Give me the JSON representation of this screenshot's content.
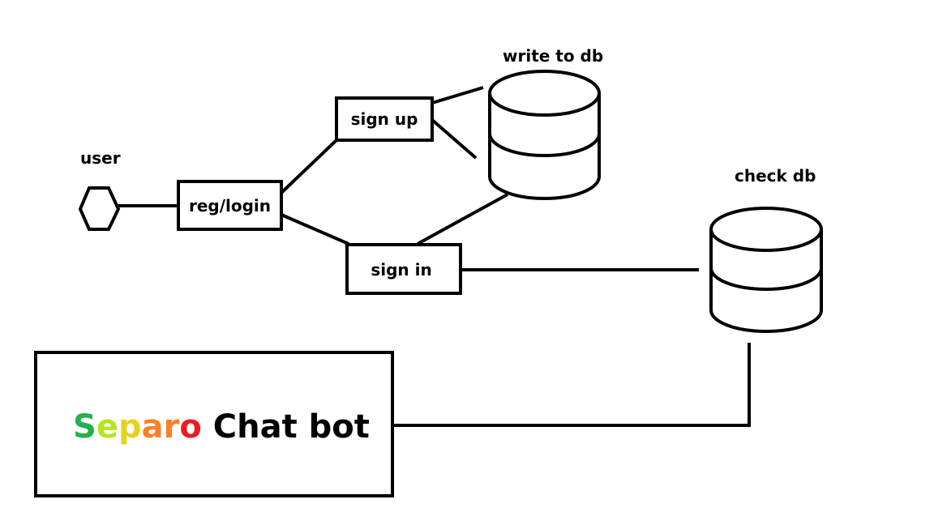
{
  "labels": {
    "user": "user",
    "write_db": "write to db",
    "check_db": "check db"
  },
  "nodes": {
    "reg_login": "reg/login",
    "sign_up": "sign up",
    "sign_in": "sign in"
  },
  "chatbot": {
    "brand_letters": [
      {
        "char": "S",
        "color": "#22b14c"
      },
      {
        "char": "e",
        "color": "#b5e61d"
      },
      {
        "char": "p",
        "color": "#e6d21d"
      },
      {
        "char": "a",
        "color": "#ff7f27"
      },
      {
        "char": "r",
        "color": "#ff7f27"
      },
      {
        "char": "o",
        "color": "#ed1c24"
      }
    ],
    "suffix": "Chat bot"
  }
}
